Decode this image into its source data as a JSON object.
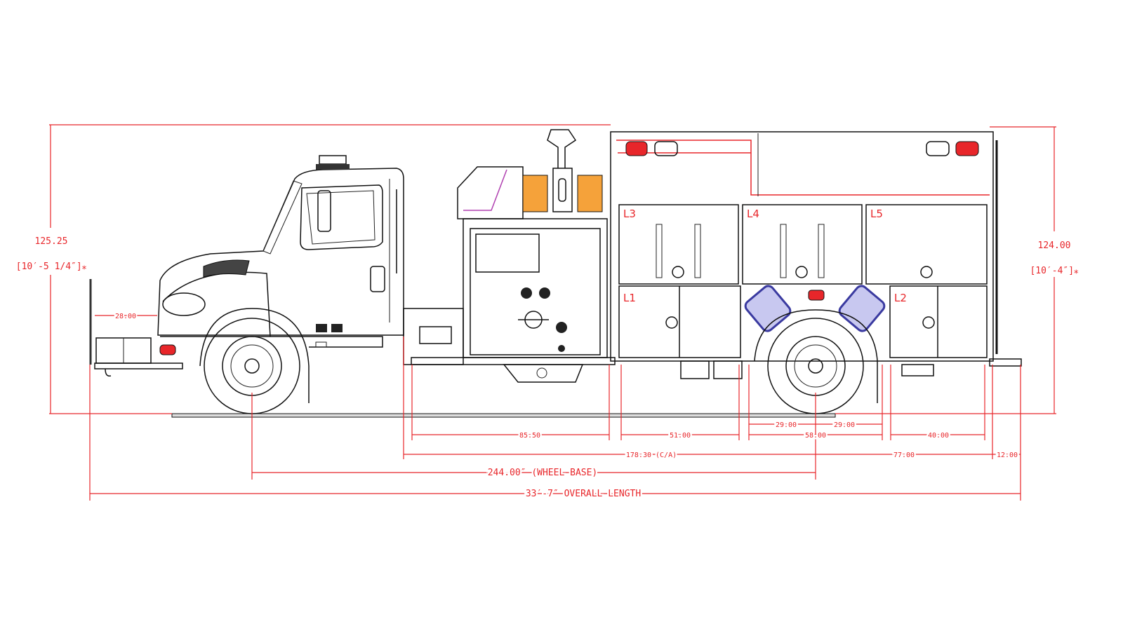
{
  "drawing": {
    "height_left": {
      "value": "125.25",
      "feet": "[10′-5 1/4″]⁎"
    },
    "height_right": {
      "value": "124.00",
      "feet": "[10′-4″]⁎"
    },
    "bumper_extension": "28.00",
    "dimensions": {
      "pump_house": "85.50",
      "l1_width": "51.00",
      "axle_front_half": "29.00",
      "axle_rear_half": "29.00",
      "wheel_well": "58.00",
      "l2_width": "40.00",
      "cab_to_axle": "178.30 (C/A)",
      "rear_overhang": "77.00",
      "tailboard": "12.00",
      "wheel_base": "244.00″ (WHEEL BASE)",
      "overall_length": "33′-7″ OVERALL LENGTH"
    },
    "compartments": [
      "L3",
      "L4",
      "L5",
      "L1",
      "L2"
    ],
    "colors": {
      "dimension": "#e8262a",
      "line": "#111111",
      "hose_bed": "#f5a23a",
      "ladder": "#b040b0",
      "light": "#e8262a",
      "window": "#3a3aa0"
    }
  }
}
